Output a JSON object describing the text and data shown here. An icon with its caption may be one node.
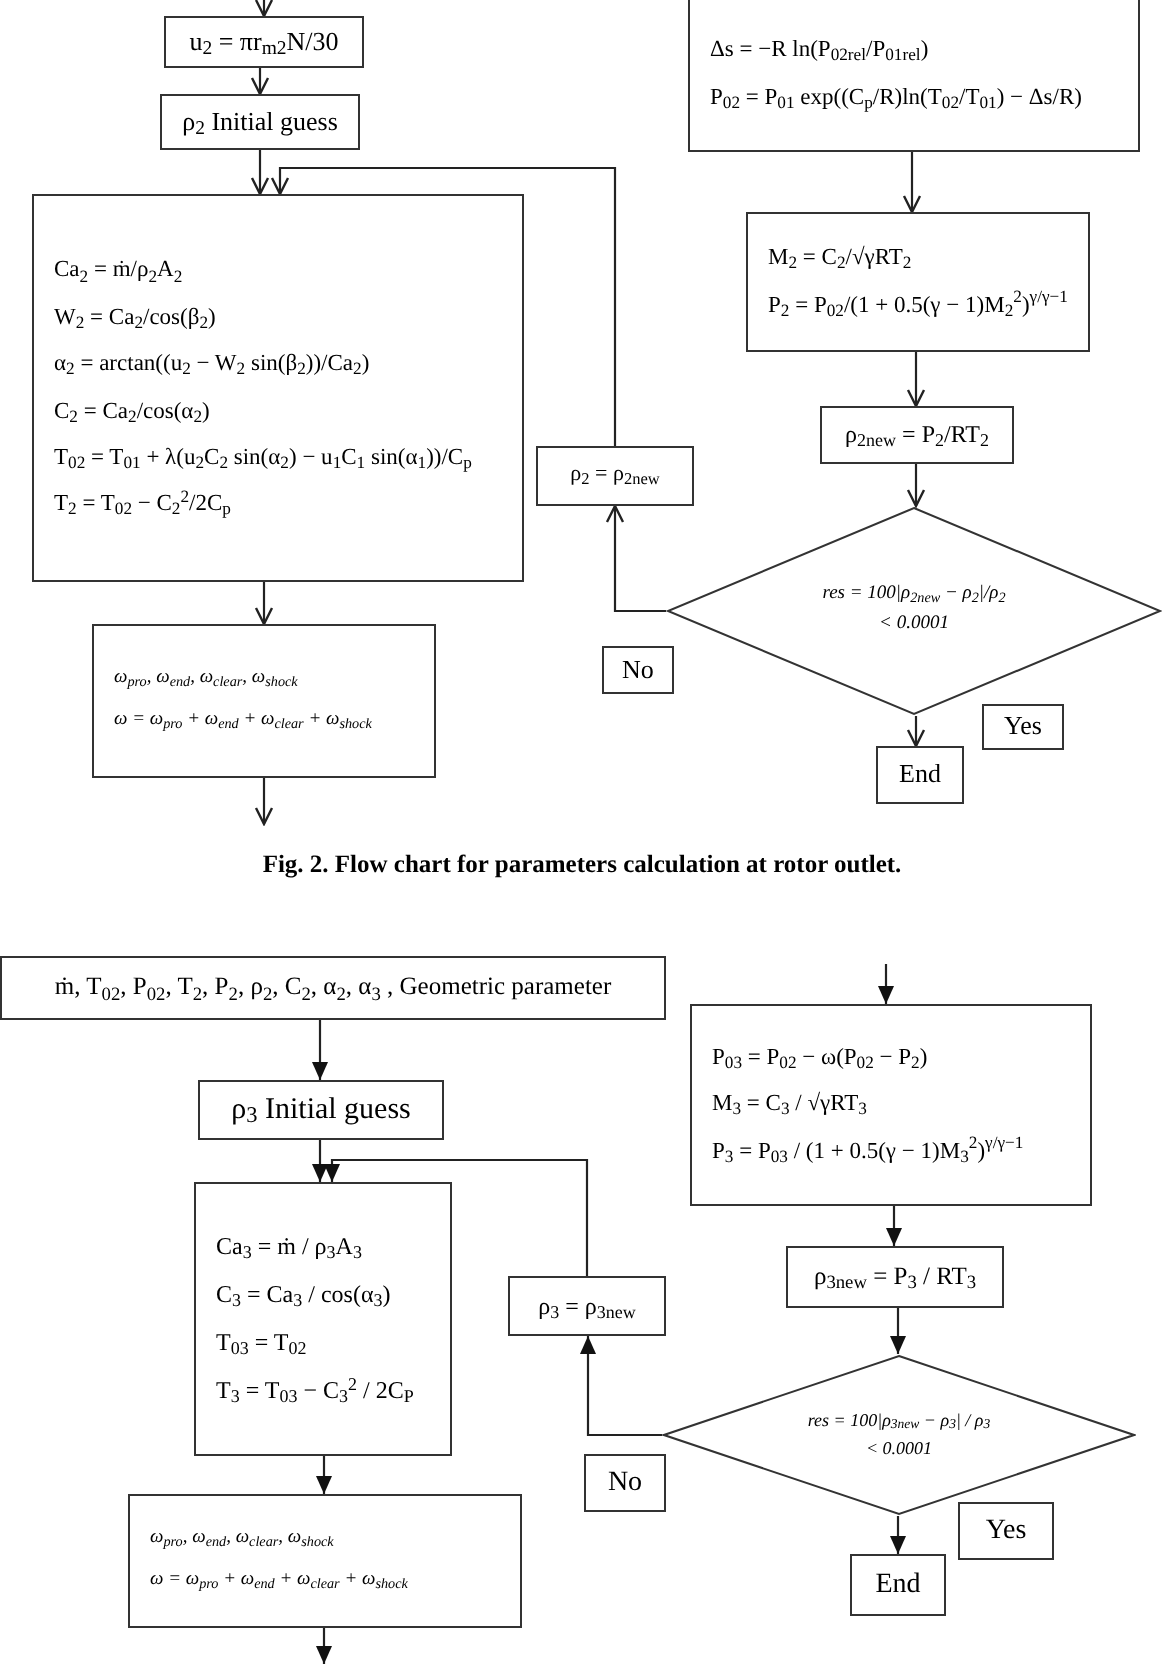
{
  "diagram": {
    "caption": "Fig. 2. Flow chart for parameters calculation at rotor outlet.",
    "nodes": [
      {
        "text": [
          "u$_{2}$ = πr$_{m2}$N/30"
        ]
      },
      {
        "text": [
          "ρ$_{2}$ Initial guess"
        ]
      },
      {
        "text": [
          "Ca$_{2}$ = ṁ/ρ$_{2}$A$_{2}$",
          "W$_{2}$ = Ca$_{2}$/cos(β$_{2}$)",
          "α$_{2}$ = arctan((u$_{2}$ − W$_{2}$ sin(β$_{2}$))/Ca$_{2}$)",
          "C$_{2}$ = Ca$_{2}$/cos(α$_{2}$)",
          "T$_{02}$ = T$_{01}$ + λ(u$_{2}$C$_{2}$ sin(α$_{2}$) − u$_{1}$C$_{1}$ sin(α$_{1}$))/C$_{p}$",
          "T$_{2}$ = T$_{02}$ − C$_{2}$$^{2}$/2C$_{p}$"
        ]
      },
      {
        "text": [
          "ω$_{pro}$, ω$_{end}$, ω$_{clear}$, ω$_{shock}$",
          "ω = ω$_{pro}$ + ω$_{end}$ + ω$_{clear}$ + ω$_{shock}$"
        ]
      },
      {
        "text": [
          "Δs = −R ln(P$_{02rel}$/P$_{01rel}$)",
          "P$_{02}$ = P$_{01}$ exp((C$_{p}$/R)ln(T$_{02}$/T$_{01}$) − Δs/R)"
        ]
      },
      {
        "text": [
          "M$_{2}$ = C$_{2}$/√γRT$_{2}$",
          "P$_{2}$ = P$_{02}$/(1 + 0.5(γ − 1)M$_{2}$$^{2}$)$^{γ/γ−1}$"
        ]
      },
      {
        "text": [
          "ρ$_{2new}$ = P$_{2}$/RT$_{2}$"
        ]
      },
      {
        "text": [
          "res = 100|ρ$_{2new}$ − ρ$_{2}$|/ρ$_{2}$",
          "< 0.0001"
        ]
      },
      {
        "text": [
          "ρ$_{2}$ = ρ$_{2new}$"
        ]
      },
      {
        "text": [
          "No"
        ]
      },
      {
        "text": [
          "Yes"
        ]
      },
      {
        "text": [
          "End"
        ]
      },
      {
        "text": [
          "ṁ, T$_{02}$, P$_{02}$, T$_{2}$, P$_{2}$, ρ$_{2}$, C$_{2}$, α$_{2}$, α$_{3}$ , Geometric parameter"
        ]
      },
      {
        "text": [
          "ρ$_{3}$ Initial guess"
        ]
      },
      {
        "text": [
          "Ca$_{3}$ = ṁ / ρ$_{3}$A$_{3}$",
          "C$_{3}$ = Ca$_{3}$ / cos(α$_{3}$)",
          "T$_{03}$ = T$_{02}$",
          "T$_{3}$ = T$_{03}$ − C$_{3}$$^{2}$ / 2C$_{P}$"
        ]
      },
      {
        "text": [
          "ω$_{pro}$, ω$_{end}$, ω$_{clear}$, ω$_{shock}$",
          "ω = ω$_{pro}$ + ω$_{end}$ + ω$_{clear}$ + ω$_{shock}$"
        ]
      },
      {
        "text": [
          "P$_{03}$ = P$_{02}$ − ω(P$_{02}$ − P$_{2}$)",
          "M$_{3}$ = C$_{3}$ / √γRT$_{3}$",
          "P$_{3}$ = P$_{03}$ / (1 + 0.5(γ − 1)M$_{3}$$^{2}$)$^{γ/γ−1}$"
        ]
      },
      {
        "text": [
          "ρ$_{3new}$ = P$_{3}$ / RT$_{3}$"
        ]
      },
      {
        "text": [
          "res = 100|ρ$_{3new}$ − ρ$_{3}$| / ρ$_{3}$",
          "< 0.0001"
        ]
      },
      {
        "text": [
          "ρ$_{3}$ = ρ$_{3new}$"
        ]
      },
      {
        "text": [
          "No"
        ]
      },
      {
        "text": [
          "Yes"
        ]
      },
      {
        "text": [
          "End"
        ]
      }
    ],
    "edges": [
      {
        "from": null,
        "to": 0,
        "arrow": "to"
      },
      {
        "from": 0,
        "to": 1,
        "arrow": "to"
      },
      {
        "from": 1,
        "to": 2,
        "arrow": "to"
      },
      {
        "from": 2,
        "to": 3,
        "arrow": "to"
      },
      {
        "from": 3,
        "to": null,
        "arrow": "to"
      },
      {
        "from": 4,
        "to": 5,
        "arrow": "to"
      },
      {
        "from": 5,
        "to": 6,
        "arrow": "to"
      },
      {
        "from": 6,
        "to": 7,
        "arrow": "to"
      },
      {
        "from": 7,
        "to": 8,
        "arrow": "to"
      },
      {
        "from": 8,
        "to": 2,
        "arrow": "to"
      },
      {
        "from": 7,
        "to": 11,
        "arrow": "to"
      },
      {
        "from": 12,
        "to": 13,
        "arrow": "to"
      },
      {
        "from": 13,
        "to": 14,
        "arrow": "to"
      },
      {
        "from": 14,
        "to": 15,
        "arrow": "to"
      },
      {
        "from": 15,
        "to": null,
        "arrow": "to"
      },
      {
        "from": null,
        "to": 16,
        "arrow": "to"
      },
      {
        "from": 16,
        "to": 17,
        "arrow": "to"
      },
      {
        "from": 17,
        "to": 18,
        "arrow": "to"
      },
      {
        "from": 18,
        "to": 19,
        "arrow": "to"
      },
      {
        "from": 19,
        "to": 14,
        "arrow": "to"
      },
      {
        "from": 18,
        "to": 22,
        "arrow": "to"
      }
    ]
  }
}
